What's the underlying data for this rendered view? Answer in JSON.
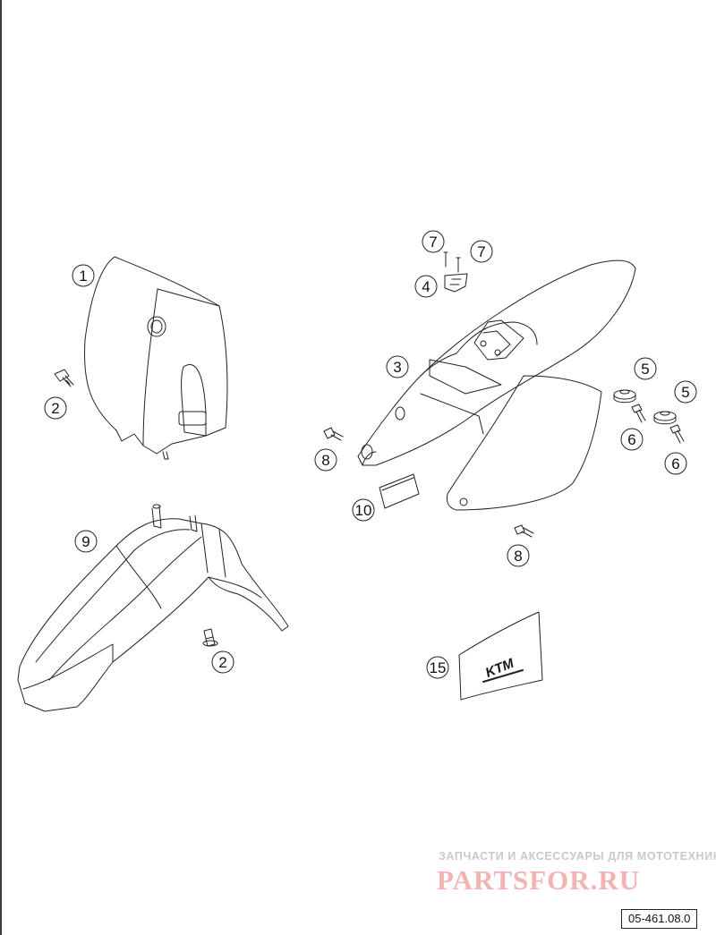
{
  "callouts": [
    {
      "id": "c1",
      "label": "1"
    },
    {
      "id": "c2a",
      "label": "2"
    },
    {
      "id": "c2b",
      "label": "2"
    },
    {
      "id": "c3",
      "label": "3"
    },
    {
      "id": "c4",
      "label": "4"
    },
    {
      "id": "c5a",
      "label": "5"
    },
    {
      "id": "c5b",
      "label": "5"
    },
    {
      "id": "c6a",
      "label": "6"
    },
    {
      "id": "c6b",
      "label": "6"
    },
    {
      "id": "c7a",
      "label": "7"
    },
    {
      "id": "c7b",
      "label": "7"
    },
    {
      "id": "c8a",
      "label": "8"
    },
    {
      "id": "c8b",
      "label": "8"
    },
    {
      "id": "c9",
      "label": "9"
    },
    {
      "id": "c10",
      "label": "10"
    },
    {
      "id": "c15",
      "label": "15"
    }
  ],
  "decal_logo": "KTM",
  "watermark": {
    "tagline": "ЗАПЧАСТИ И АКСЕССУАРЫ ДЛЯ МОТОТЕХНИКИ",
    "brand": "PARTSFOR.RU"
  },
  "diagram_code": "05-461.08.0"
}
